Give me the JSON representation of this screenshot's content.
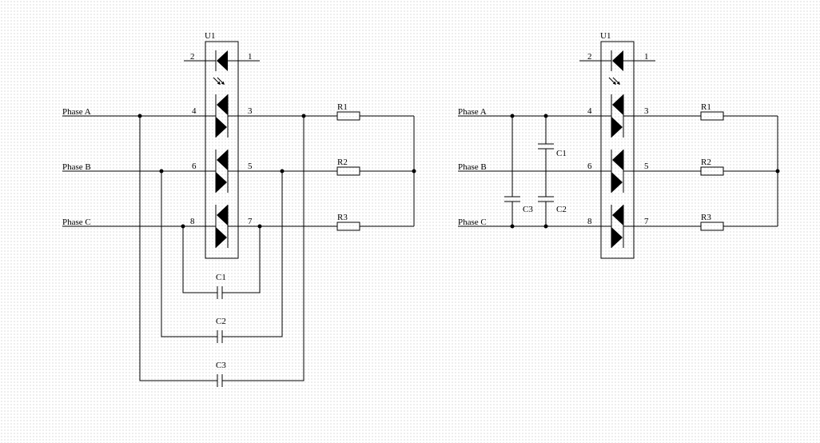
{
  "diagrams": [
    {
      "ic": {
        "label": "U1",
        "pins": [
          "1",
          "2",
          "3",
          "4",
          "5",
          "6",
          "7",
          "8"
        ]
      },
      "phases": [
        "Phase A",
        "Phase B",
        "Phase C"
      ],
      "resistors": [
        "R1",
        "R2",
        "R3"
      ],
      "capacitors": [
        "C1",
        "C2",
        "C3"
      ]
    },
    {
      "ic": {
        "label": "U1",
        "pins": [
          "1",
          "2",
          "3",
          "4",
          "5",
          "6",
          "7",
          "8"
        ]
      },
      "phases": [
        "Phase A",
        "Phase B",
        "Phase C"
      ],
      "resistors": [
        "R1",
        "R2",
        "R3"
      ],
      "capacitors": [
        "C1",
        "C2",
        "C3"
      ]
    }
  ],
  "colors": {
    "line": "#000000",
    "background": "#ffffff",
    "grid_dot": "#c0c0c0"
  }
}
